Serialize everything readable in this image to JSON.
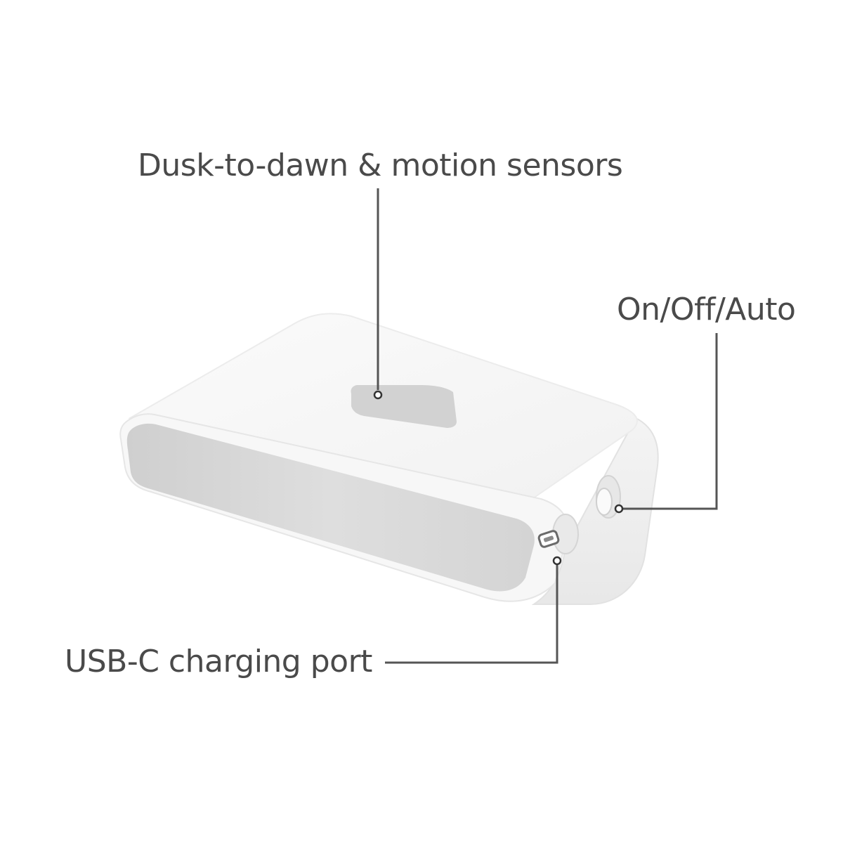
{
  "callouts": {
    "sensors": {
      "label": "Dusk-to-dawn & motion sensors"
    },
    "switch": {
      "label": "On/Off/Auto"
    },
    "usb": {
      "label": "USB-C charging port"
    }
  },
  "colors": {
    "background": "#ffffff",
    "label_text": "#4a4a4a",
    "leader_line": "#555555",
    "device_body": "#f7f7f7",
    "device_lens": "#d9d9d9",
    "sensor_window": "#d2d2d2"
  }
}
